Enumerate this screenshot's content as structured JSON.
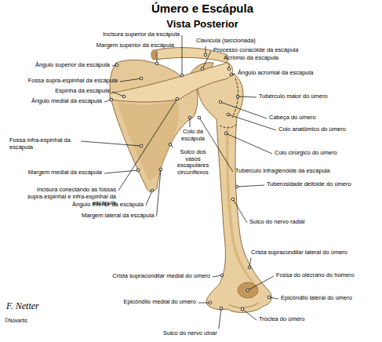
{
  "diagram": {
    "title": "Úmero e Escápula",
    "labels": [
      "Vista Posterior",
      "Incisura superior da escápula",
      "Clavícula (seccionada)",
      "Margem superior da escápula",
      "Processo coracóide da escápula",
      "Acrômio da escápula",
      "Ângulo superior da escápula",
      "Ângulo acromial da escápula",
      "Fossa supra-espinhal da escápula",
      "Espinha da escápula",
      "Ângulo medial da escápula",
      "Tubérculo maior do úmero",
      "Cabeça do úmero",
      "Colo anatômico do úmero",
      "Fossa infra-espinhal da escápula",
      "Colo da escápula",
      "Colo cirúrgico do úmero",
      "Margem medial da escápula",
      "Sulco dos vasos escapulares circunflexos",
      "Tubérculo infraglenóide da escápula",
      "Tuberosidade deltóide do úmero",
      "Incisura conectando as fossas supra-espinhal e infra-espinhal da escápula",
      "Ângulo inferior da escápula",
      "Margem lateral da escápula",
      "Sulco do nervo radial",
      "Crista supracondilar lateral do úmero",
      "Crista supracondilar medial do úmero",
      "Fossa do olécrano do húmero",
      "Epicôndilo medial do úmero",
      "Epicôndilo lateral do úmero",
      "Tróclea do úmero",
      "Sulco do nervo ulnar",
      "F. Netter",
      "©Novartis"
    ]
  }
}
